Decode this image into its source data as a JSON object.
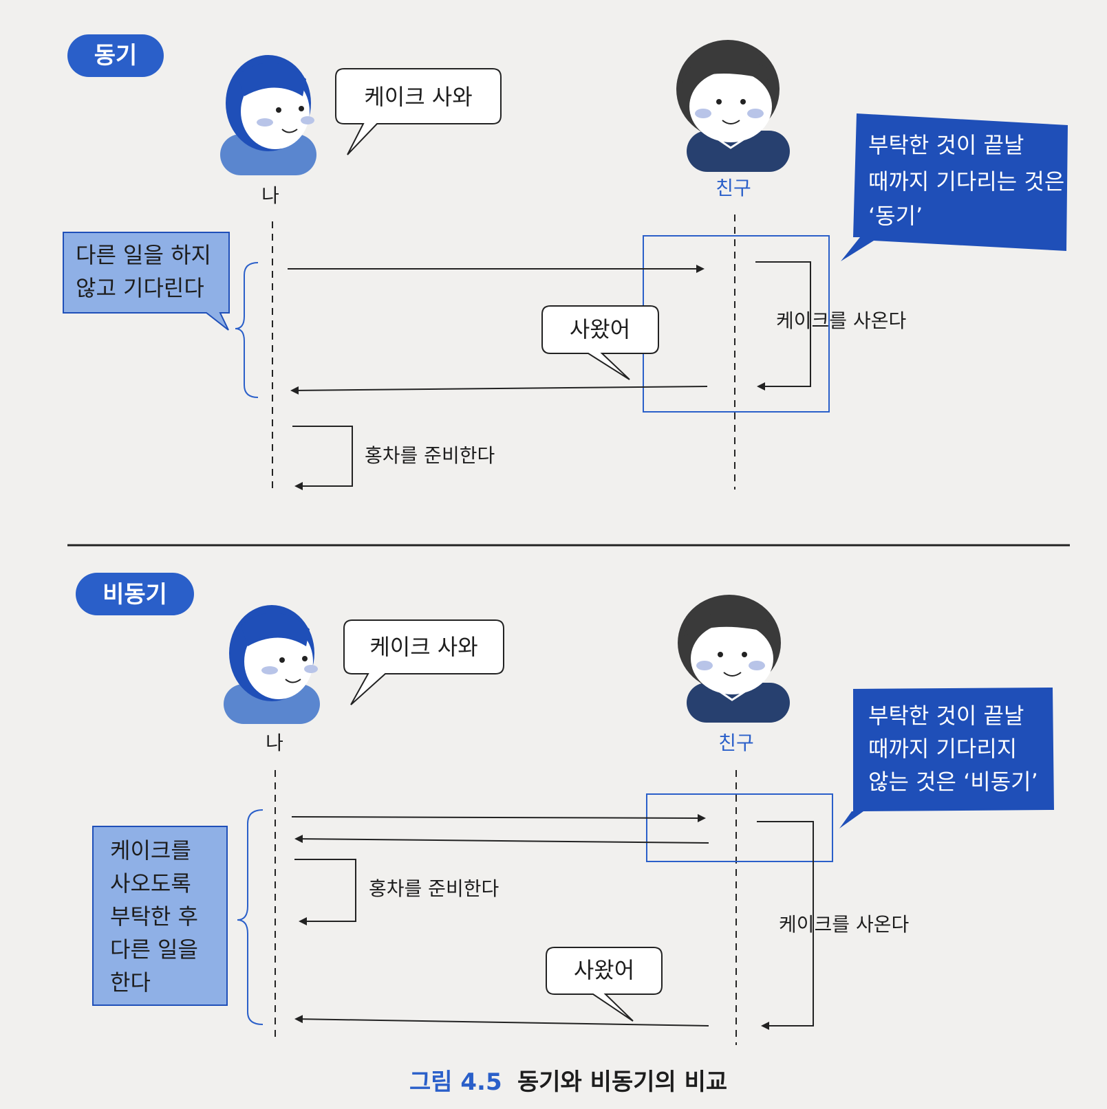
{
  "colors": {
    "accent": "#2a5fc9",
    "dark_blue": "#1f4fb8",
    "light_blue": "#8fb0e6",
    "avatar_blue": "#5a86cf",
    "navy": "#27406f",
    "dark_hair": "#3a3a3a",
    "line": "#222222"
  },
  "sync": {
    "label": "동기",
    "me": "나",
    "friend": "친구",
    "request_bubble": "케이크 사와",
    "note": [
      "부탁한 것이 끝날",
      "때까지 기다리는 것은",
      "‘동기’"
    ],
    "waiting_box": [
      "다른 일을 하지",
      "않고 기다린다"
    ],
    "reply_bubble": "사왔어",
    "friend_action": "케이크를 사온다",
    "my_action": "홍차를 준비한다"
  },
  "async": {
    "label": "비동기",
    "me": "나",
    "friend": "친구",
    "request_bubble": "케이크 사와",
    "note": [
      "부탁한 것이 끝날",
      "때까지 기다리지",
      "않는 것은 ‘비동기’"
    ],
    "doing_box": [
      "케이크를",
      "사오도록",
      "부탁한 후",
      "다른 일을",
      "한다"
    ],
    "reply_bubble": "사왔어",
    "friend_action": "케이크를 사온다",
    "my_action": "홍차를 준비한다"
  },
  "caption": {
    "number": "그림 4.5",
    "title": "동기와 비동기의 비교"
  }
}
